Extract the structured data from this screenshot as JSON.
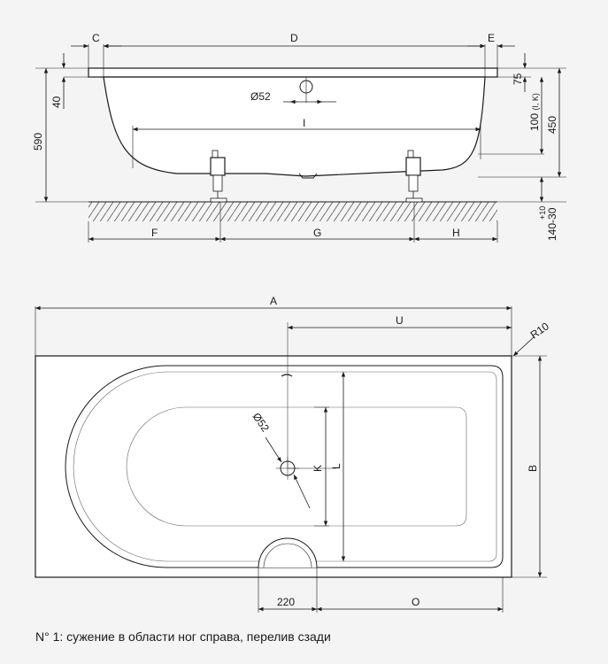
{
  "side_view": {
    "dims": {
      "C": "C",
      "D": "D",
      "E": "E",
      "F": "F",
      "G": "G",
      "H": "H",
      "I": "I",
      "d40": "40",
      "d590": "590",
      "d75": "75",
      "d100": "100",
      "d100_sub": "(I, K)",
      "d450": "450",
      "d140": "140-30",
      "d10": "+10",
      "dia52": "Ø52"
    }
  },
  "top_view": {
    "dims": {
      "A": "A",
      "U": "U",
      "B": "B",
      "K": "K",
      "L": "L",
      "O": "O",
      "d220": "220",
      "r10": "R10",
      "dia52": "Ø52"
    }
  },
  "caption": "N° 1: сужение в области ног справа, перелив сзади"
}
